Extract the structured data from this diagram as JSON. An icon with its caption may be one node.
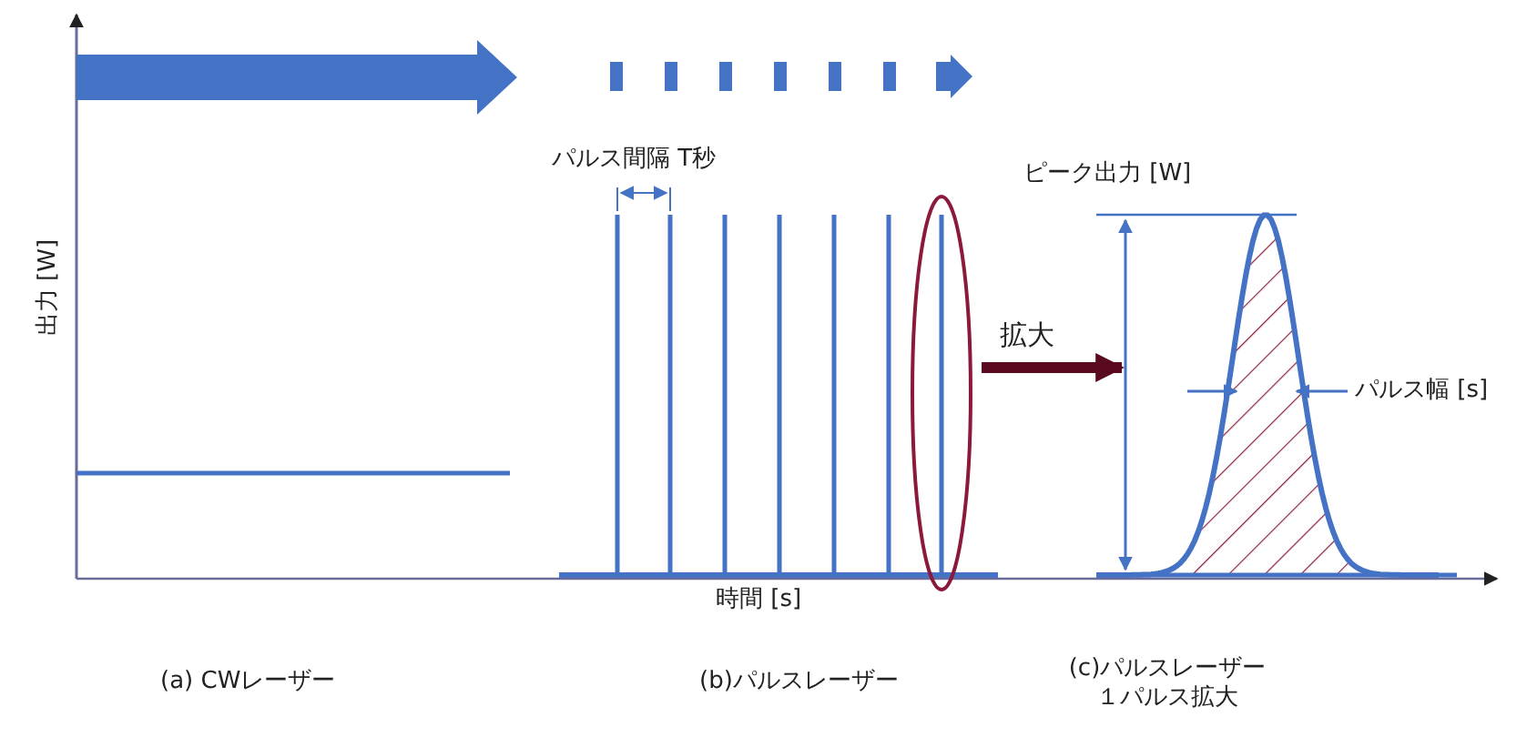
{
  "diagram": {
    "nodes": [
      {
        "text": [],
        "shape": "ellipse"
      },
      {
        "text": [],
        "shape": "curve"
      }
    ],
    "edges": [
      {
        "from": 0,
        "to": 1,
        "arrow": "to",
        "label": "拡大"
      }
    ],
    "labels": [
      "出力 [W]",
      "パルス間隔 T秒",
      "ピーク出力 [W]",
      "パルス幅 [s]",
      "時間 [s]",
      "(a) CWレーザー",
      "(b)パルスレーザー",
      "(c)パルスレーザー１パルス拡大"
    ]
  }
}
